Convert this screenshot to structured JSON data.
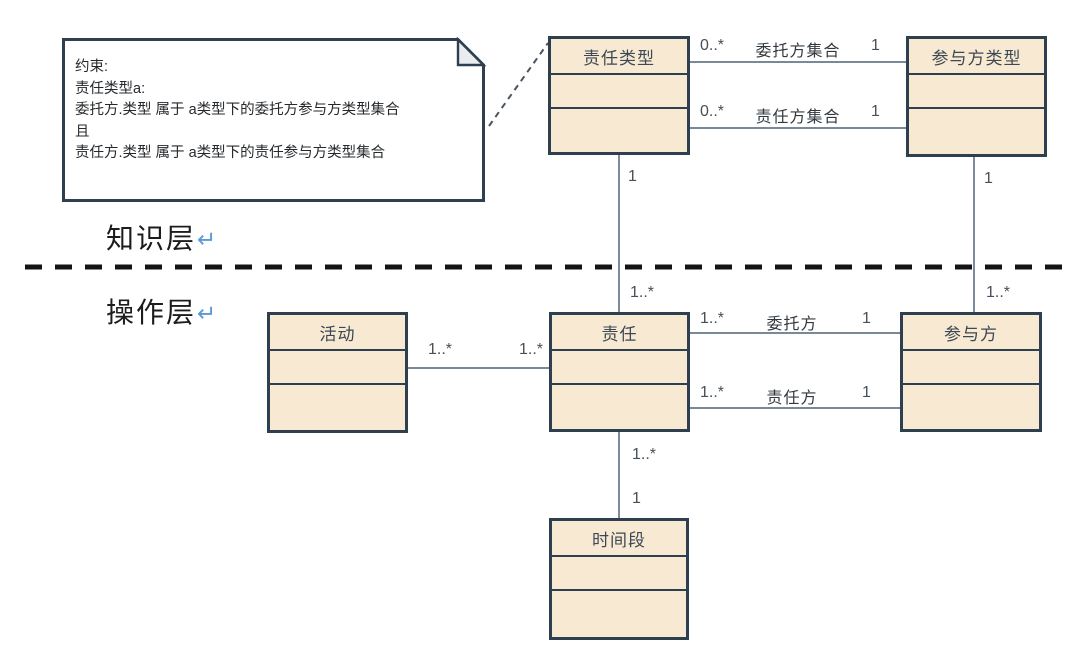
{
  "diagram": {
    "layers": {
      "knowledge_label": "知识层",
      "operation_label": "操作层",
      "return_mark": "↵"
    },
    "note": {
      "line1": "约束:",
      "line2": "责任类型a:",
      "line3": "委托方.类型 属于 a类型下的委托方参与方类型集合",
      "line4": "且",
      "line5": "责任方.类型 属于 a类型下的责任参与方类型集合"
    },
    "classes": {
      "responsibility_type": "责任类型",
      "participant_type": "参与方类型",
      "activity": "活动",
      "responsibility": "责任",
      "participant": "参与方",
      "time_period": "时间段"
    },
    "associations": {
      "delegator_set": {
        "near_mult": "0..*",
        "name": "委托方集合",
        "far_mult": "1"
      },
      "responsible_set": {
        "near_mult": "0..*",
        "name": "责任方集合",
        "far_mult": "1"
      },
      "type_instance_left": {
        "top_mult": "1",
        "bottom_mult": "1..*"
      },
      "type_instance_right": {
        "top_mult": "1",
        "bottom_mult": "1..*"
      },
      "activity_responsibility": {
        "left_mult": "1..*",
        "right_mult": "1..*"
      },
      "delegator": {
        "near_mult": "1..*",
        "name": "委托方",
        "far_mult": "1"
      },
      "responsible": {
        "near_mult": "1..*",
        "name": "责任方",
        "far_mult": "1"
      },
      "time": {
        "top_mult": "1..*",
        "bottom_mult": "1"
      }
    },
    "colors": {
      "class_fill": "#f8e9d2",
      "class_border": "#2e3f50",
      "connector": "#66788a",
      "layer_divider": "#141414",
      "return_mark": "#5b9bd5",
      "note_fill": "#ffffff",
      "note_fold_fill": "#e9edf0"
    }
  }
}
